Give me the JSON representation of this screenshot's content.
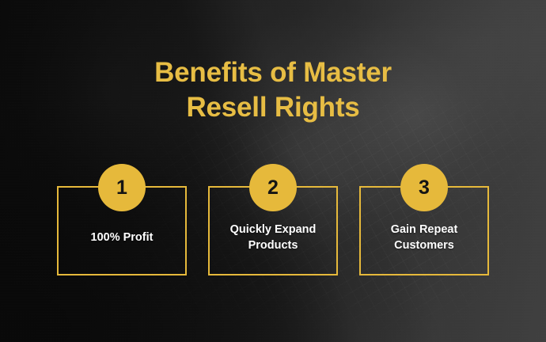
{
  "slide": {
    "title": {
      "line1": "Benefits of Master",
      "line2": "Resell Rights"
    },
    "colors": {
      "accent_gold": "#e6b93b",
      "title_gold": "#e7bd44",
      "label_white": "#ffffff",
      "badge_number": "#141414",
      "background_dark": "#0c0c0c",
      "background_light": "#484848"
    },
    "cards": [
      {
        "number": "1",
        "label_line1": "100% Profit",
        "label_line2": ""
      },
      {
        "number": "2",
        "label_line1": "Quickly Expand",
        "label_line2": "Products"
      },
      {
        "number": "3",
        "label_line1": "Gain Repeat",
        "label_line2": "Customers"
      }
    ]
  }
}
